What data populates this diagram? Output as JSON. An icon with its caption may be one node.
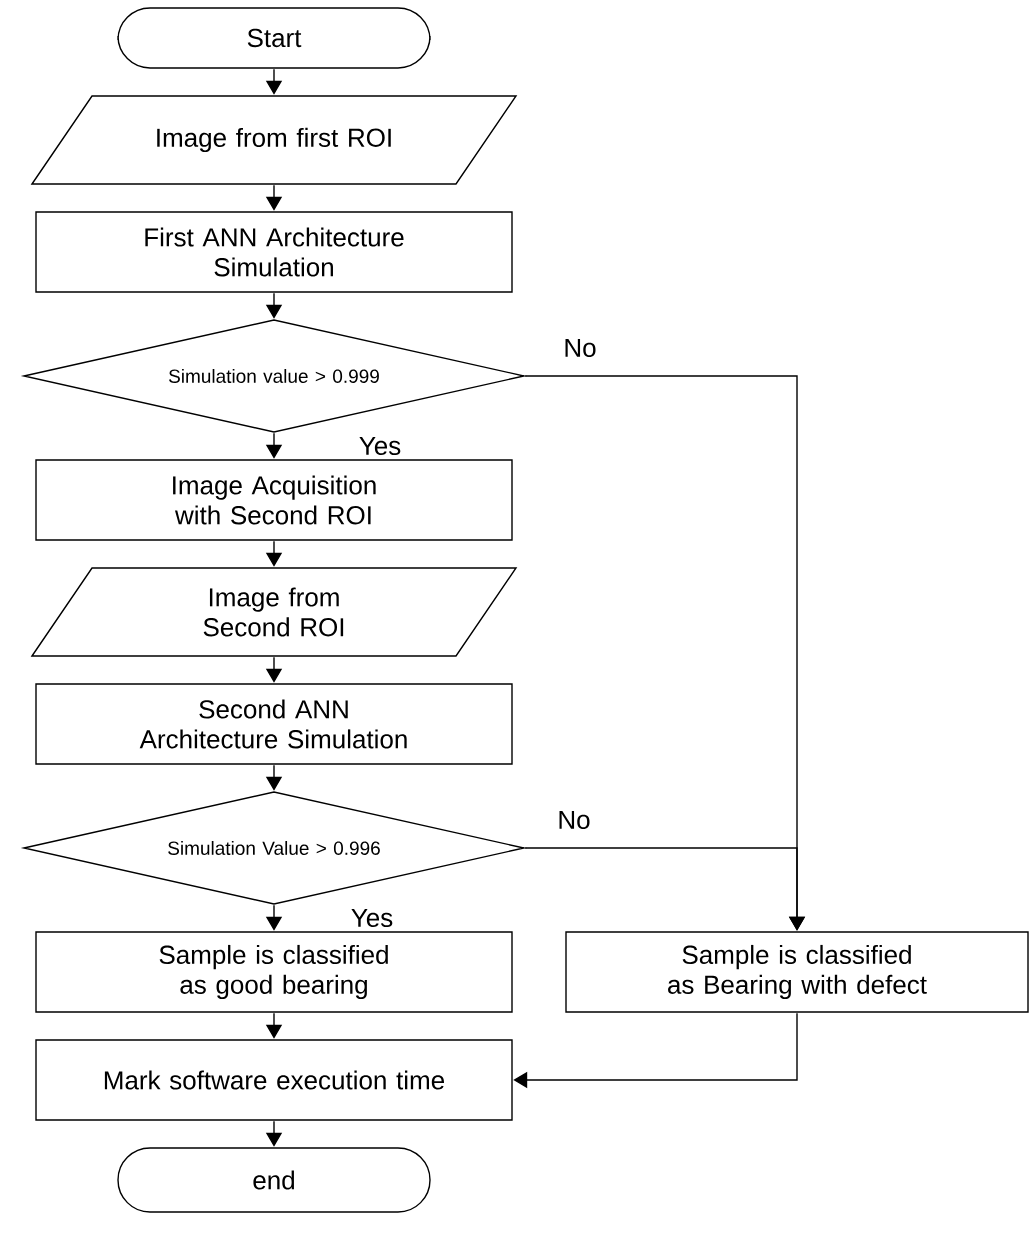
{
  "diagram": {
    "nodes": [
      {
        "text": [
          "Start"
        ]
      },
      {
        "text": [
          "Image from first ROI"
        ]
      },
      {
        "text": [
          "First ANN Architecture Simulation"
        ]
      },
      {
        "text": [
          "Simulation value > 0.999"
        ]
      },
      {
        "text": [
          "Image Acquisition with Second ROI"
        ]
      },
      {
        "text": [
          "Image from Second ROI"
        ]
      },
      {
        "text": [
          "Second ANN Architecture Simulation"
        ]
      },
      {
        "text": [
          "Simulation Value > 0.996"
        ]
      },
      {
        "text": [
          "Sample is classified as good bearing"
        ]
      },
      {
        "text": [
          "Sample is classified as Bearing with defect"
        ]
      },
      {
        "text": [
          "Mark software execution time"
        ]
      },
      {
        "text": [
          "end"
        ]
      }
    ],
    "edges": [
      {
        "from": 0,
        "to": 1,
        "arrow": "to"
      },
      {
        "from": 1,
        "to": 2,
        "arrow": "to"
      },
      {
        "from": 2,
        "to": 3,
        "arrow": "to"
      },
      {
        "from": 3,
        "to": 4,
        "arrow": "to",
        "label": "Yes"
      },
      {
        "from": 3,
        "to": 9,
        "arrow": "to",
        "label": "No"
      },
      {
        "from": 4,
        "to": 5,
        "arrow": "to"
      },
      {
        "from": 5,
        "to": 6,
        "arrow": "to"
      },
      {
        "from": 6,
        "to": 7,
        "arrow": "to"
      },
      {
        "from": 7,
        "to": 8,
        "arrow": "to",
        "label": "Yes"
      },
      {
        "from": 7,
        "to": 9,
        "arrow": "to",
        "label": "No"
      },
      {
        "from": 8,
        "to": 10,
        "arrow": "to"
      },
      {
        "from": 9,
        "to": 10,
        "arrow": "to"
      },
      {
        "from": 10,
        "to": 11,
        "arrow": "to"
      }
    ]
  }
}
